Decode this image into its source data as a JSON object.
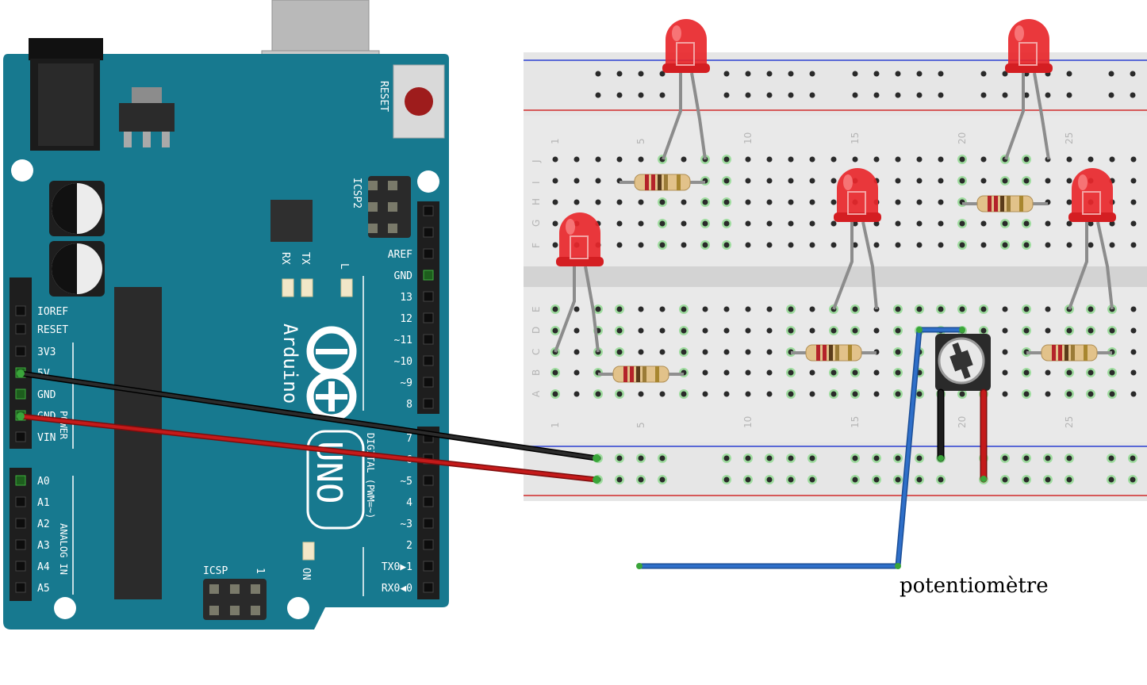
{
  "arduino": {
    "name_word": "Arduino",
    "model": "UNO",
    "reset_label": "RESET",
    "icsp2_label": "ICSP2",
    "icsp_label": "ICSP",
    "icsp_pin1": "1",
    "rx_label": "RX",
    "tx_label": "TX",
    "l_label": "L",
    "on_label": "ON",
    "digital_section": "DIGITAL (PWM=~)",
    "power_section": "POWER",
    "analog_section": "ANALOG IN",
    "power_pins": [
      "IOREF",
      "RESET",
      "3V3",
      "5V",
      "GND",
      "GND",
      "VIN"
    ],
    "analog_pins": [
      "A0",
      "A1",
      "A2",
      "A3",
      "A4",
      "A5"
    ],
    "digital_pins_top": [
      "AREF",
      "GND",
      "13",
      "12",
      "~11",
      "~10",
      "~9",
      "8"
    ],
    "digital_pins_bottom": [
      "7",
      "~6",
      "~5",
      "4",
      "~3",
      "2",
      "TX0▶1",
      "RX0◀0"
    ]
  },
  "breadboard": {
    "column_numbers": [
      "1",
      "5",
      "10",
      "15",
      "20",
      "25"
    ],
    "row_letters_top": [
      "J",
      "I",
      "H",
      "G",
      "F"
    ],
    "row_letters_bottom": [
      "E",
      "D",
      "C",
      "B",
      "A"
    ]
  },
  "components": {
    "led_color": "#e8272b",
    "resistor_body": "#e2c28a",
    "wire_5v_color": "#222222",
    "wire_gnd_color": "#c41a1a",
    "wire_signal_color": "#2f6fc9"
  },
  "caption": "potentiomètre"
}
